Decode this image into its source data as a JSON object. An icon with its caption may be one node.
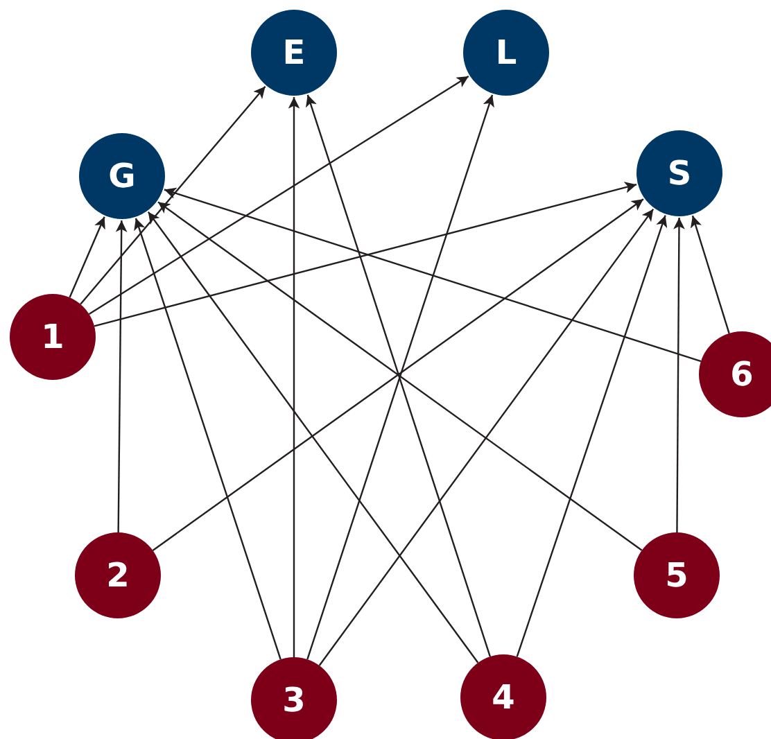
{
  "diagram": {
    "nodes": [
      {
        "text": [
          "E"
        ]
      },
      {
        "text": [
          "L"
        ]
      },
      {
        "text": [
          "G"
        ]
      },
      {
        "text": [
          "S"
        ]
      },
      {
        "text": [
          "1"
        ]
      },
      {
        "text": [
          "6"
        ]
      },
      {
        "text": [
          "2"
        ]
      },
      {
        "text": [
          "5"
        ]
      },
      {
        "text": [
          "3"
        ]
      },
      {
        "text": [
          "4"
        ]
      }
    ],
    "edges": [
      {
        "from": 4,
        "to": 2,
        "arrow": "to"
      },
      {
        "from": 4,
        "to": 0,
        "arrow": "to"
      },
      {
        "from": 4,
        "to": 1,
        "arrow": "to"
      },
      {
        "from": 4,
        "to": 3,
        "arrow": "to"
      },
      {
        "from": 6,
        "to": 2,
        "arrow": "to"
      },
      {
        "from": 6,
        "to": 3,
        "arrow": "to"
      },
      {
        "from": 8,
        "to": 2,
        "arrow": "to"
      },
      {
        "from": 8,
        "to": 0,
        "arrow": "to"
      },
      {
        "from": 8,
        "to": 1,
        "arrow": "to"
      },
      {
        "from": 8,
        "to": 3,
        "arrow": "to"
      },
      {
        "from": 9,
        "to": 2,
        "arrow": "to"
      },
      {
        "from": 9,
        "to": 0,
        "arrow": "to"
      },
      {
        "from": 9,
        "to": 3,
        "arrow": "to"
      },
      {
        "from": 7,
        "to": 2,
        "arrow": "to"
      },
      {
        "from": 7,
        "to": 3,
        "arrow": "to"
      },
      {
        "from": 5,
        "to": 2,
        "arrow": "to"
      },
      {
        "from": 5,
        "to": 3,
        "arrow": "to"
      }
    ]
  }
}
